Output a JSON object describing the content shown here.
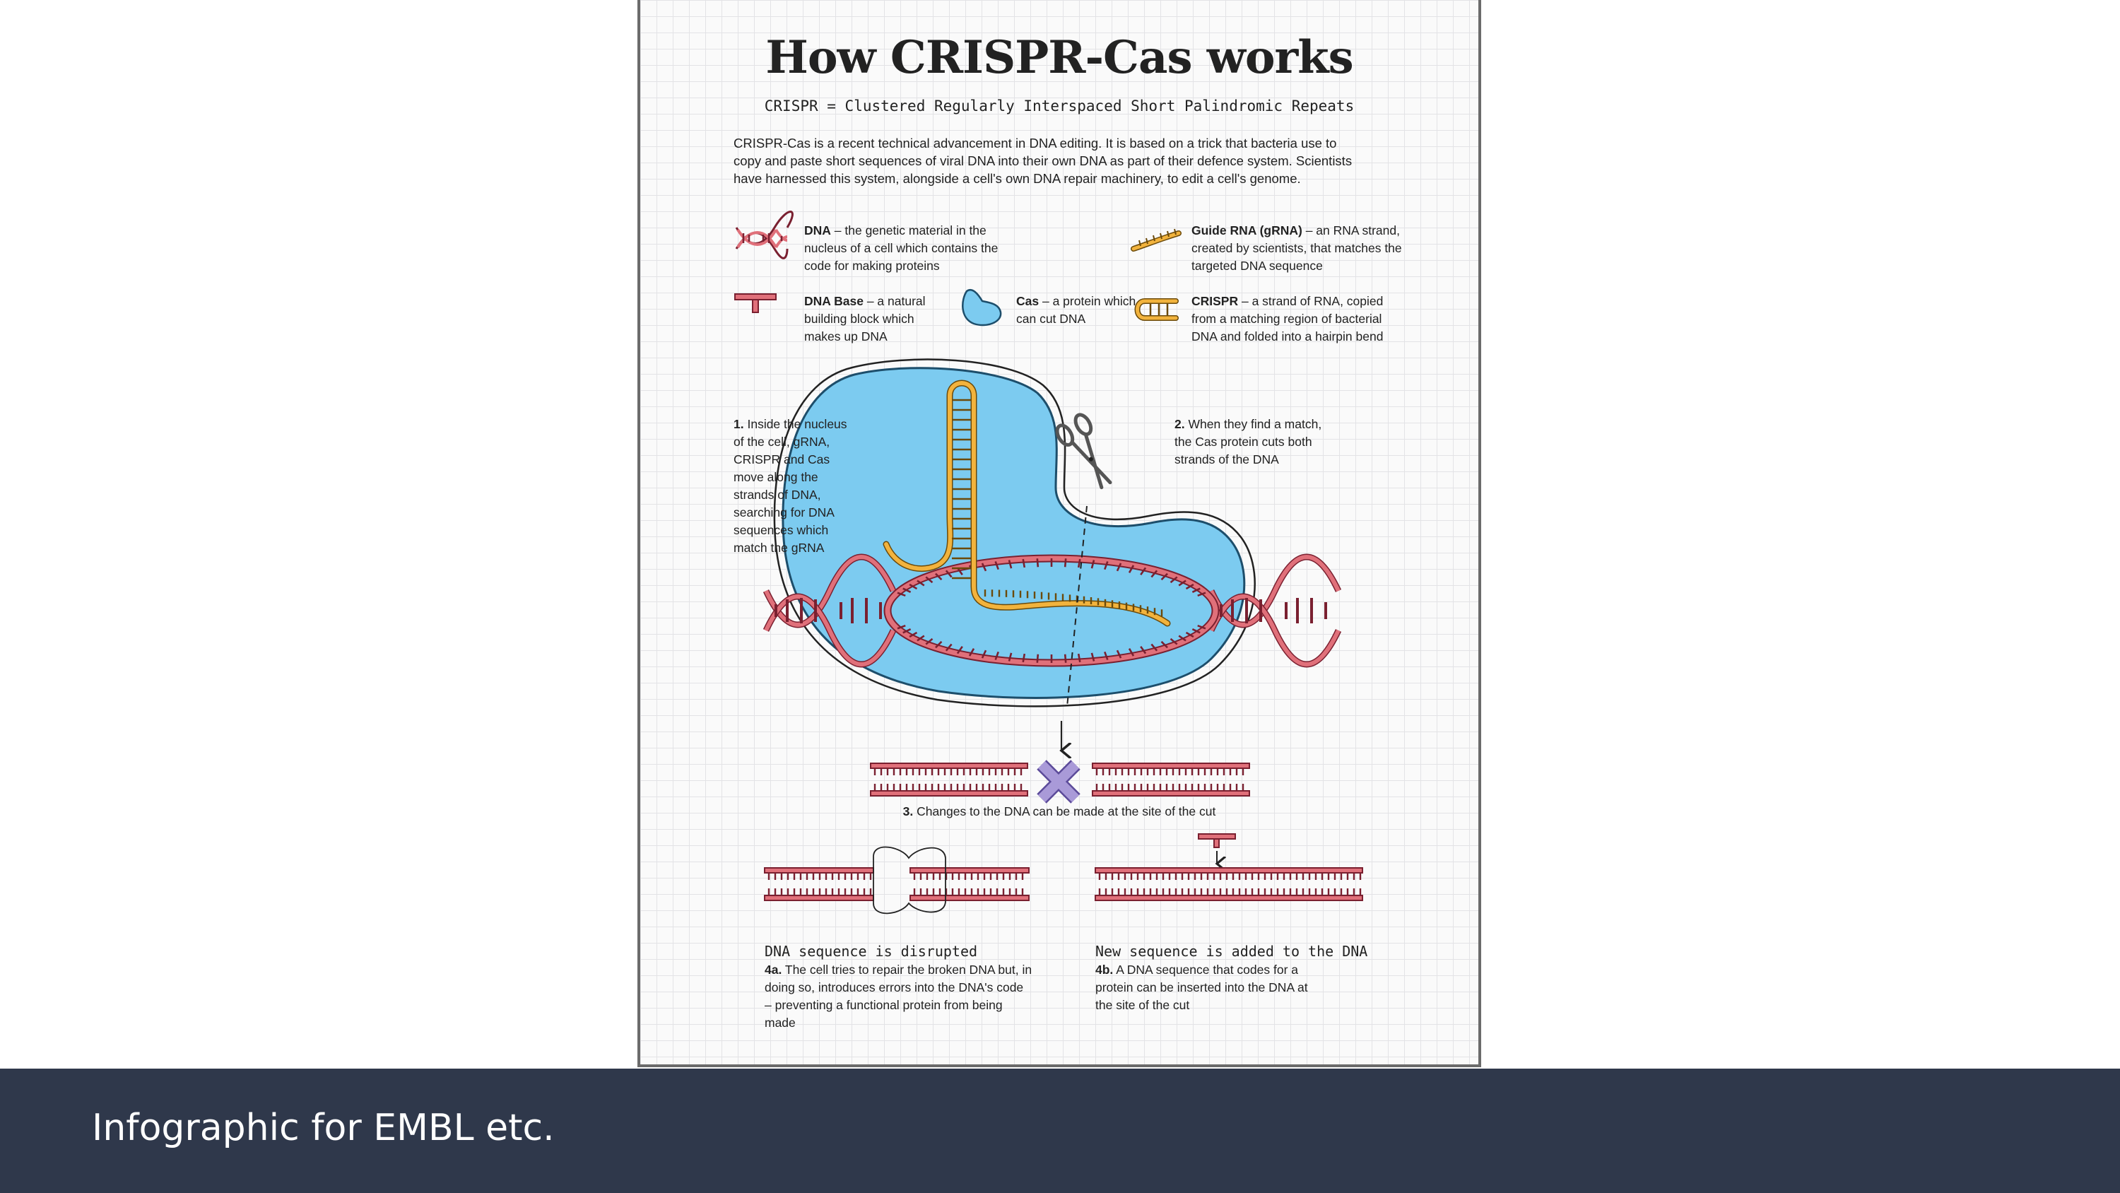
{
  "poster": {
    "title": "How CRISPR-Cas works",
    "subtitle": "CRISPR = Clustered Regularly Interspaced Short Palindromic Repeats",
    "intro": "CRISPR-Cas is a recent technical advancement in DNA editing. It is based on a trick that bacteria use to copy and paste short sequences of viral DNA into their own DNA as part of their defence system. Scientists have harnessed this system, alongside a cell's own DNA repair machinery, to edit a cell's genome.",
    "legend": {
      "dna": {
        "term": "DNA",
        "desc": " – the genetic material in the nucleus of a cell which contains the code for making proteins",
        "icon": "dna-helix-icon"
      },
      "guide_rna": {
        "term": "Guide RNA (gRNA)",
        "desc": " – an RNA strand, created by scientists, that matches the targeted DNA sequence",
        "icon": "guide-rna-icon"
      },
      "dna_base": {
        "term": "DNA Base",
        "desc": " – a natural building block which makes up DNA",
        "icon": "dna-base-icon"
      },
      "cas": {
        "term": "Cas",
        "desc": " – a protein which can cut DNA",
        "icon": "cas-protein-icon"
      },
      "crispr": {
        "term": "CRISPR",
        "desc": " – a strand of RNA, copied from a matching region of bacterial DNA and folded into a hairpin bend",
        "icon": "crispr-hairpin-icon"
      }
    },
    "steps": {
      "s1": {
        "num": "1.",
        "text": " Inside the nucleus of the cell, gRNA, CRISPR and Cas move along the strands of DNA, searching for DNA sequences which match the gRNA"
      },
      "s2": {
        "num": "2.",
        "text": " When they find a match, the Cas protein cuts both strands of the DNA"
      },
      "s3": {
        "num": "3.",
        "text": " Changes to the DNA can be made at the site of the cut"
      },
      "s4a": {
        "heading": "DNA sequence is disrupted",
        "num": "4a.",
        "text": " The cell tries to repair the broken DNA but, in doing so, introduces errors into the DNA's code – preventing a functional protein from being made"
      },
      "s4b": {
        "heading": "New sequence is added to the DNA",
        "num": "4b.",
        "text": " A DNA sequence that codes for a protein can be inserted into the DNA at the site of the cut"
      }
    },
    "colors": {
      "dna": "#e0707a",
      "dna_dark": "#7a2030",
      "rna": "#f2b33d",
      "cas": "#7ccbf0",
      "cut_mark": "#a99ad8",
      "grid": "#e3e3e6"
    }
  },
  "footer": {
    "caption": "Infographic for EMBL etc."
  }
}
